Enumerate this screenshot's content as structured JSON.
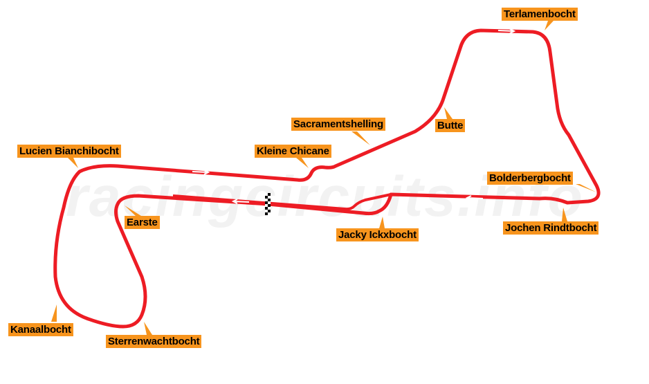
{
  "watermark": "racingcircuits.info",
  "colors": {
    "track": "#ED1C24",
    "label_bg": "#F7941D",
    "label_text": "#000000"
  },
  "corners": [
    {
      "id": "terlamenbocht",
      "name": "Terlamenbocht"
    },
    {
      "id": "butte",
      "name": "Butte"
    },
    {
      "id": "sacramentshelling",
      "name": "Sacramentshelling"
    },
    {
      "id": "kleine-chicane",
      "name": "Kleine Chicane"
    },
    {
      "id": "lucien-bianchibocht",
      "name": "Lucien Bianchibocht"
    },
    {
      "id": "bolderbergbocht",
      "name": "Bolderbergbocht"
    },
    {
      "id": "earste",
      "name": "Earste"
    },
    {
      "id": "jacky-ickxbocht",
      "name": "Jacky Ickxbocht"
    },
    {
      "id": "jochen-rindtbocht",
      "name": "Jochen Rindtbocht"
    },
    {
      "id": "kanaalbocht",
      "name": "Kanaalbocht"
    },
    {
      "id": "sterrenwachtbocht",
      "name": "Sterrenwachtbocht"
    }
  ]
}
